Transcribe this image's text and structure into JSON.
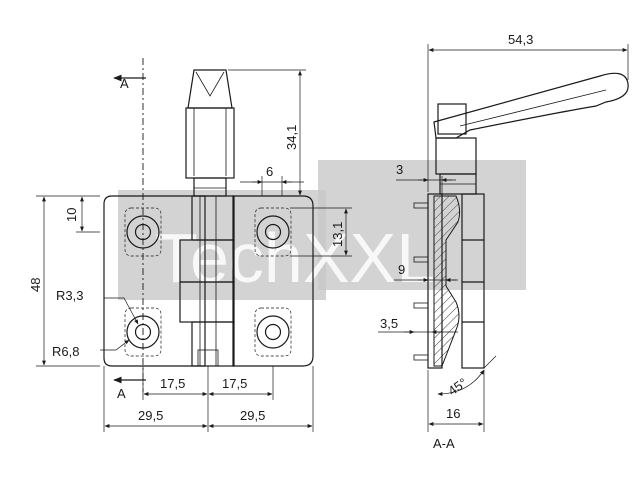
{
  "section": {
    "marker_top": "A",
    "marker_bottom": "A",
    "caption": "A-A"
  },
  "front_view": {
    "dimensions": {
      "width_left": "29,5",
      "width_right": "29,5",
      "hole_spacing_left": "17,5",
      "hole_spacing_right": "17,5",
      "height_total": "48",
      "hole_offset_top": "10",
      "hole_pitch": "13,1",
      "lever_height": "34,1",
      "lever_width": "6",
      "radius_small": "R3,3",
      "radius_large": "R6,8"
    }
  },
  "side_view": {
    "dimensions": {
      "overall_width": "54,3",
      "plate_thickness": "3",
      "gap": "9",
      "pin_length": "3,5",
      "depth": "16",
      "angle": "45°"
    }
  },
  "watermark": {
    "text": "TechXXL",
    "color": "#c8c8c8"
  }
}
